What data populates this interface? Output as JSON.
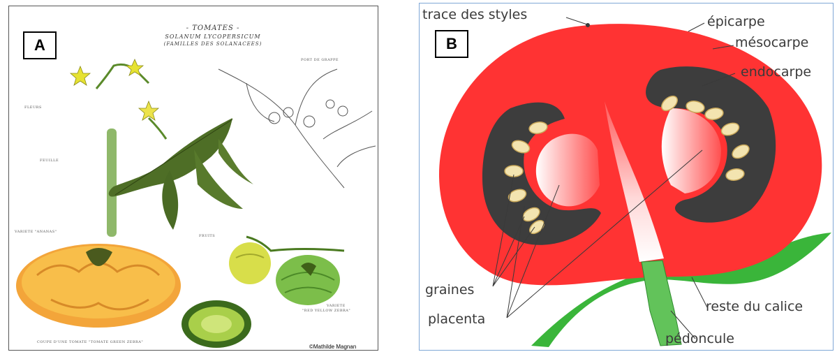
{
  "panel_a": {
    "letter": "A",
    "title": "- TOMATES -",
    "subtitle": "SOLANUM LYCOPERSICUM",
    "family": "(FAMILLES DES SOLANACEES)",
    "labels": {
      "fleurs": "FLEURS",
      "feuille": "FEUILLE",
      "port": "PORT DE GRAPPE",
      "variete_1": "VARIETE \"ANANAS\"",
      "fruits": "FRUITS",
      "variete_2": "VARIETE",
      "variete_2b": "\"RED YELLOW ZEBRA\"",
      "coupe": "COUPE D'UNE TOMATE \"TOMATE GREEN ZEBRA\""
    },
    "credit": "©Mathilde Magnan"
  },
  "panel_b": {
    "letter": "B",
    "labels": {
      "trace_des_styles": "trace des styles",
      "epicarpe": "épicarpe",
      "mesocarpe": "mésocarpe",
      "endocarpe": "endocarpe",
      "graines": "graines",
      "placenta": "placenta",
      "reste_du_calice": "reste du calice",
      "pedoncule": "pédoncule"
    },
    "colors": {
      "flesh": "#ff3333",
      "endocarp": "#3d3d3d",
      "seed": "#f3e4b0",
      "calyx": "#3ab53a",
      "placenta": "#ffe0e0"
    }
  }
}
